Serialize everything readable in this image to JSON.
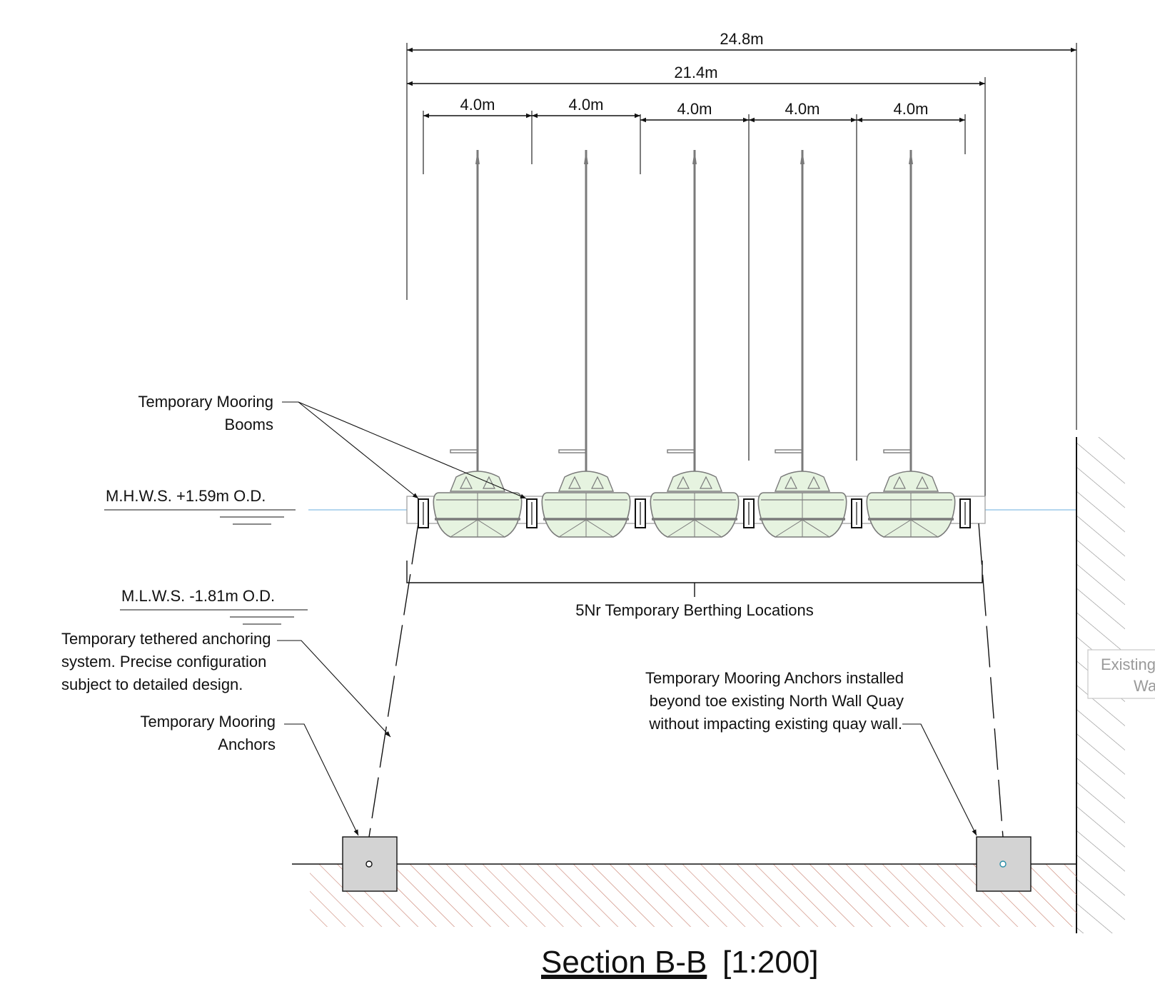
{
  "dimensions": {
    "overall": "24.8m",
    "pontoon": "21.4m",
    "bays": [
      "4.0m",
      "4.0m",
      "4.0m",
      "4.0m",
      "4.0m"
    ]
  },
  "levels": {
    "mhws": "M.H.W.S. +1.59m O.D.",
    "mlws": "M.L.W.S. -1.81m O.D."
  },
  "labels": {
    "booms": [
      "Temporary Mooring",
      "Booms"
    ],
    "berthing": "5Nr Temporary Berthing Locations",
    "tether": [
      "Temporary tethered anchoring",
      "system. Precise configuration",
      "subject to detailed design."
    ],
    "anchors_left": [
      "Temporary Mooring",
      "Anchors"
    ],
    "anchors_right": [
      "Temporary Mooring  Anchors installed",
      "beyond toe existing North Wall Quay",
      "without impacting existing quay wall."
    ],
    "quay": [
      "Existing",
      "Wa"
    ]
  },
  "title": {
    "section": "Section B-B",
    "scale": "[1:200]"
  },
  "colors": {
    "line": "#111111",
    "boat_fill": "#e6f3e0",
    "boat_stroke": "#7a7a7a",
    "water": "#9cc9e8",
    "seabed_hatch": "#c87f6e",
    "anchor_fill": "#d3d3d3",
    "quay_hatch": "#8a8a8a"
  }
}
